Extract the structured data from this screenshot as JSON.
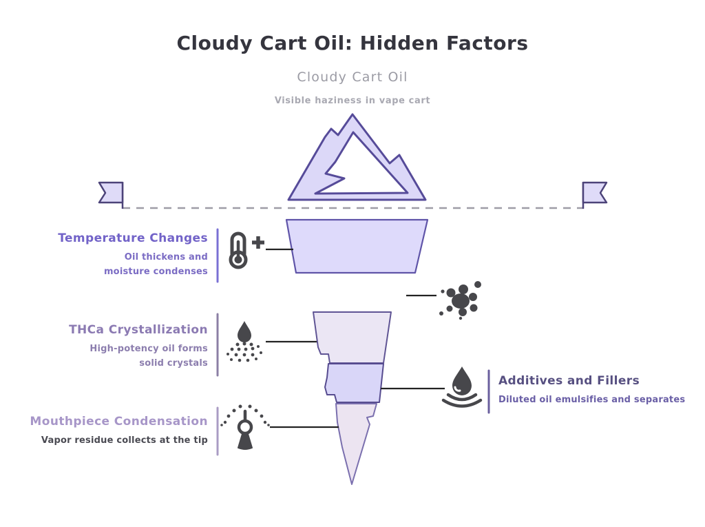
{
  "header": {
    "title": "Cloudy Cart Oil: Hidden Factors",
    "surface_label": "Cloudy Cart Oil",
    "surface_caption": "Visible haziness in vape cart"
  },
  "factors": {
    "temperature": {
      "title": "Temperature Changes",
      "description": "Oil thickens and moisture condenses",
      "icon": "thermometer-plus-icon"
    },
    "thca": {
      "title": "THCa Crystallization",
      "description": "High-potency oil forms solid crystals",
      "icon": "crystal-spray-icon"
    },
    "mouthpiece": {
      "title": "Mouthpiece Condensation",
      "description": "Vapor residue collects at the tip",
      "icon": "atomizer-spray-icon"
    },
    "additives": {
      "title": "Additives and Fillers",
      "description": "Diluted oil emulsifies and separates",
      "icon": "oil-drop-ripple-icon"
    },
    "unlabeled": {
      "icon": "splatter-icon"
    }
  },
  "diagram": {
    "metaphor": "iceberg",
    "waterline_style": "dashed",
    "flag_markers": 2,
    "submerged_sections": 4
  },
  "colors": {
    "title_dark": "#35353e",
    "subtitle_gray": "#9b9ba4",
    "caption_gray": "#a9a9b2",
    "accent_purple": "#7263c8",
    "muted_purple": "#8b7ab2",
    "light_purple": "#a796c8",
    "deep_purple": "#575081",
    "iceberg_fill": "#dcd8f8",
    "iceberg_stroke": "#564b99",
    "section_temperature_fill": "#dedafb",
    "section_thca_fill": "#ebe6f4",
    "section_additives_fill": "#d9d6f8",
    "section_mouthpiece_fill": "#ece4f1",
    "icon_dark": "#47474b",
    "waterline_gray": "#9e9ca6",
    "connector_black": "#222222"
  }
}
